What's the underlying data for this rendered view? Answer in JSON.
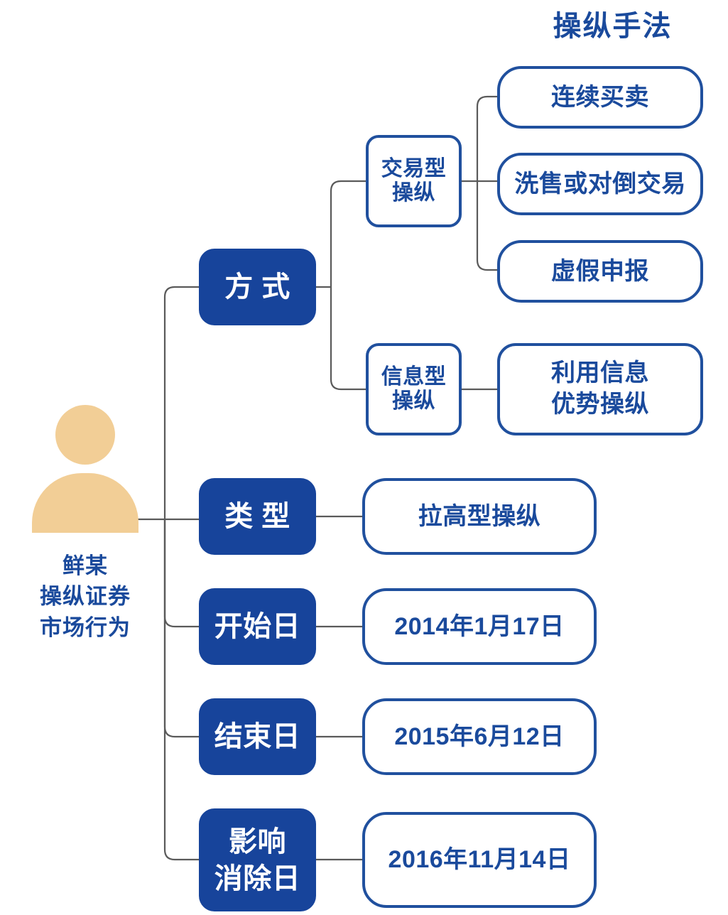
{
  "title": "操纵手法",
  "root": {
    "icon": "person-icon",
    "label_lines": [
      "鲜某",
      "操纵证券",
      "市场行为"
    ],
    "icon_color": "#F2CE96"
  },
  "colors": {
    "fill_blue": "#17449B",
    "outline_blue": "#20509E",
    "text_blue": "#1A4A9C",
    "connector_gray": "#5A5A5A",
    "person_tan": "#F2CE96",
    "white": "#FFFFFF"
  },
  "branches": [
    {
      "key": "method",
      "label": "方 式",
      "children": [
        {
          "key": "trading-type",
          "label_lines": [
            "交易型",
            "操纵"
          ],
          "children": [
            {
              "key": "continuous-trading",
              "label": "连续买卖"
            },
            {
              "key": "wash-or-matched-trading",
              "label": "洗售或对倒交易"
            },
            {
              "key": "false-declaration",
              "label": "虚假申报"
            }
          ]
        },
        {
          "key": "information-type",
          "label_lines": [
            "信息型",
            "操纵"
          ],
          "children": [
            {
              "key": "information-advantage",
              "label_lines": [
                "利用信息",
                "优势操纵"
              ]
            }
          ]
        }
      ]
    },
    {
      "key": "type",
      "label": "类 型",
      "value": "拉高型操纵"
    },
    {
      "key": "start-date",
      "label": "开始日",
      "value": "2014年1月17日"
    },
    {
      "key": "end-date",
      "label": "结束日",
      "value": "2015年6月12日"
    },
    {
      "key": "effect-removal-date",
      "label_lines": [
        "影响",
        "消除日"
      ],
      "value": "2016年11月14日"
    }
  ]
}
